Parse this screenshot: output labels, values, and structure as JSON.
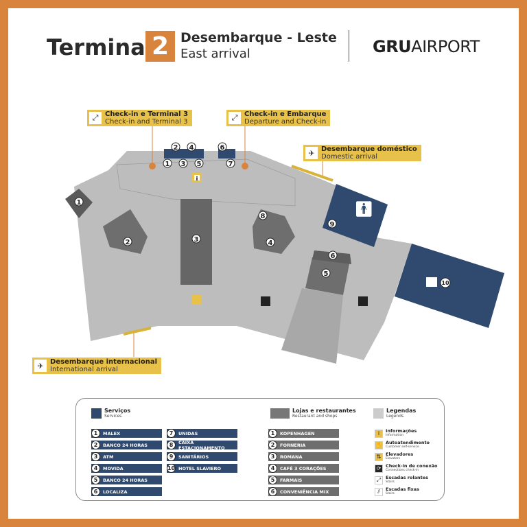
{
  "header": {
    "title": "Terminal",
    "terminal_number": "2",
    "subtitle_pt": "Desembarque - Leste",
    "subtitle_en": "East arrival",
    "logo": "GRUAIRPORT",
    "logo_bold": "GRU",
    "logo_light": "AIRPORT"
  },
  "colors": {
    "frame": "#d9843c",
    "services": "#2f4a6e",
    "shops": "#6e6e6e",
    "callout": "#e8c14a",
    "floor": "#bdbdbd"
  },
  "callouts": [
    {
      "pt": "Check-in e Terminal 3",
      "en": "Check-in and Terminal 3",
      "icon": "escalator-icon"
    },
    {
      "pt": "Check-in e Embarque",
      "en": "Departure and Check-in",
      "icon": "escalator-icon"
    },
    {
      "pt": "Desembarque doméstico",
      "en": "Domestic arrival",
      "icon": "arrival-plane-icon"
    },
    {
      "pt": "Desembarque internacional",
      "en": "International arrival",
      "icon": "arrival-plane-icon"
    }
  ],
  "map_labels": {
    "s1": "1",
    "s2": "2",
    "s3": "3",
    "s4": "4",
    "s5": "5",
    "s6": "6",
    "s7": "7",
    "s8": "8",
    "s9": "9",
    "s10": "10",
    "r1": "1",
    "r2": "2",
    "r3": "3",
    "r4": "4",
    "r5": "5",
    "r6": "6",
    "info": "i"
  },
  "legend": {
    "services": {
      "title": "Serviços",
      "subtitle": "Services",
      "items": [
        {
          "n": "1",
          "label": "MALEX"
        },
        {
          "n": "2",
          "label": "BANCO 24 HORAS"
        },
        {
          "n": "3",
          "label": "ATM"
        },
        {
          "n": "4",
          "label": "MOVIDA"
        },
        {
          "n": "5",
          "label": "BANCO 24 HORAS"
        },
        {
          "n": "6",
          "label": "LOCALIZA"
        },
        {
          "n": "7",
          "label": "UNIDAS"
        },
        {
          "n": "8",
          "label": "CAIXA ESTACIONAMENTO"
        },
        {
          "n": "9",
          "label": "SANITÁRIOS"
        },
        {
          "n": "10",
          "label": "HOTEL SLAVIERO"
        }
      ]
    },
    "shops": {
      "title": "Lojas e restaurantes",
      "subtitle": "Restaurant and shops",
      "items": [
        {
          "n": "1",
          "label": "KOPENHAGEN"
        },
        {
          "n": "2",
          "label": "FORNERIA"
        },
        {
          "n": "3",
          "label": "ROMANA"
        },
        {
          "n": "4",
          "label": "CAFÉ 3 CORAÇÕES"
        },
        {
          "n": "5",
          "label": "FARMAIS"
        },
        {
          "n": "6",
          "label": "CONVENIÊNCIA MIX"
        }
      ]
    },
    "legends": {
      "title": "Legendas",
      "subtitle": "Legends",
      "items": [
        {
          "pt": "Informações",
          "en": "Information",
          "icon": "info-icon"
        },
        {
          "pt": "Autoatendimento",
          "en": "Customer self-service",
          "icon": "self-service-icon"
        },
        {
          "pt": "Elevadores",
          "en": "Elevators",
          "icon": "elevator-icon"
        },
        {
          "pt": "Check-in de conexão",
          "en": "Connections check-in",
          "icon": "connection-checkin-icon"
        },
        {
          "pt": "Escadas rolantes",
          "en": "Stairs",
          "icon": "escalator-icon"
        },
        {
          "pt": "Escadas fixas",
          "en": "Stairs",
          "icon": "stairs-icon"
        }
      ]
    }
  }
}
